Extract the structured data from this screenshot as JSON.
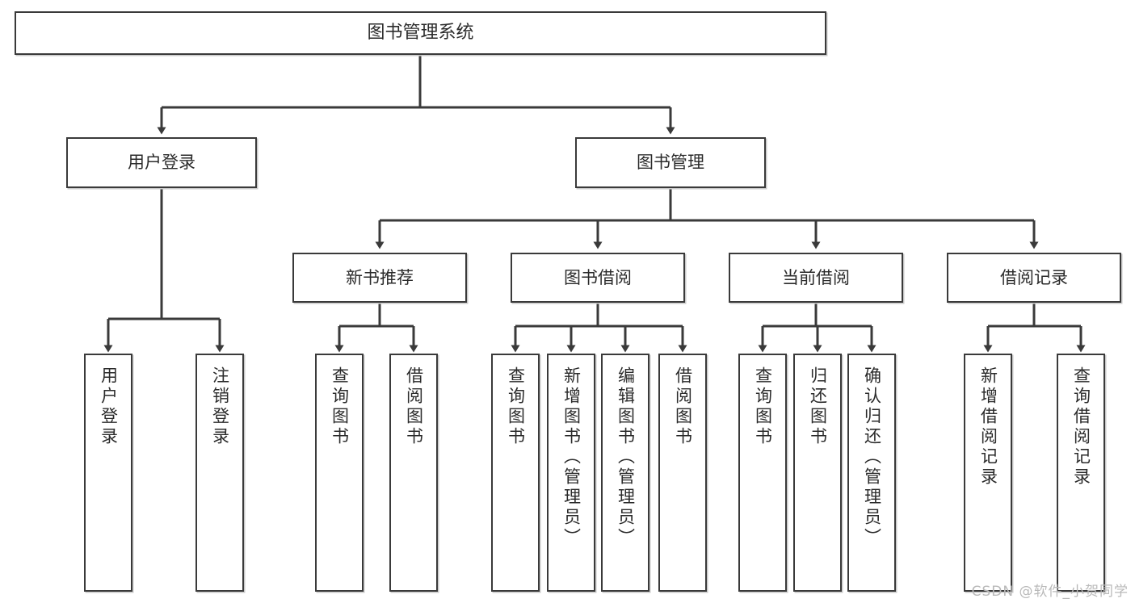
{
  "diagram": {
    "title": "图书管理系统",
    "type": "tree",
    "watermark": "CSDN @软件_小贺同学",
    "stroke_color": "#3a3a3a",
    "fill_color": "#ffffff",
    "text_color": "#2b2b2b",
    "watermark_color": "#b9b9b9"
  },
  "nodes": {
    "root": {
      "label": "图书管理系统"
    },
    "level2": [
      {
        "id": "user-login",
        "label": "用户登录"
      },
      {
        "id": "book-manage",
        "label": "图书管理"
      }
    ],
    "level3": [
      {
        "id": "new-book-recommend",
        "label": "新书推荐"
      },
      {
        "id": "book-borrow",
        "label": "图书借阅"
      },
      {
        "id": "current-borrow",
        "label": "当前借阅"
      },
      {
        "id": "borrow-record",
        "label": "借阅记录"
      }
    ],
    "leaves": [
      {
        "id": "leaf-user-login",
        "label": "用户登录",
        "parent": "user-login"
      },
      {
        "id": "leaf-logout-login",
        "label": "注销登录",
        "parent": "user-login"
      },
      {
        "id": "leaf-query-book-1",
        "label": "查询图书",
        "parent": "new-book-recommend"
      },
      {
        "id": "leaf-borrow-book-1",
        "label": "借阅图书",
        "parent": "new-book-recommend"
      },
      {
        "id": "leaf-query-book-2",
        "label": "查询图书",
        "parent": "book-borrow"
      },
      {
        "id": "leaf-add-book-admin",
        "label": "新增图书（管理员）",
        "parent": "book-borrow"
      },
      {
        "id": "leaf-edit-book-admin",
        "label": "编辑图书（管理员）",
        "parent": "book-borrow"
      },
      {
        "id": "leaf-borrow-book-2",
        "label": "借阅图书",
        "parent": "book-borrow"
      },
      {
        "id": "leaf-query-book-3",
        "label": "查询图书",
        "parent": "current-borrow"
      },
      {
        "id": "leaf-return-book",
        "label": "归还图书",
        "parent": "current-borrow"
      },
      {
        "id": "leaf-confirm-return-admin",
        "label": "确认归还（管理员）",
        "parent": "current-borrow"
      },
      {
        "id": "leaf-add-borrow-record",
        "label": "新增借阅记录",
        "parent": "borrow-record"
      },
      {
        "id": "leaf-query-borrow-record",
        "label": "查询借阅记录",
        "parent": "borrow-record"
      }
    ]
  }
}
